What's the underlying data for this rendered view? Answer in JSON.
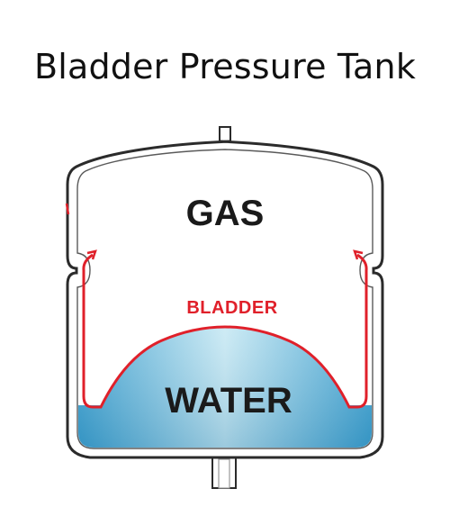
{
  "title": "Bladder Pressure Tank",
  "labels": {
    "gas": "GAS",
    "bladder": "BLADDER",
    "water": "WATER"
  },
  "colors": {
    "bladder": "#e0202a",
    "water_light": "#bfe3f0",
    "water_dark": "#3a9fcf",
    "tank_outline": "#2b2b2b",
    "text": "#1a1a1a"
  }
}
